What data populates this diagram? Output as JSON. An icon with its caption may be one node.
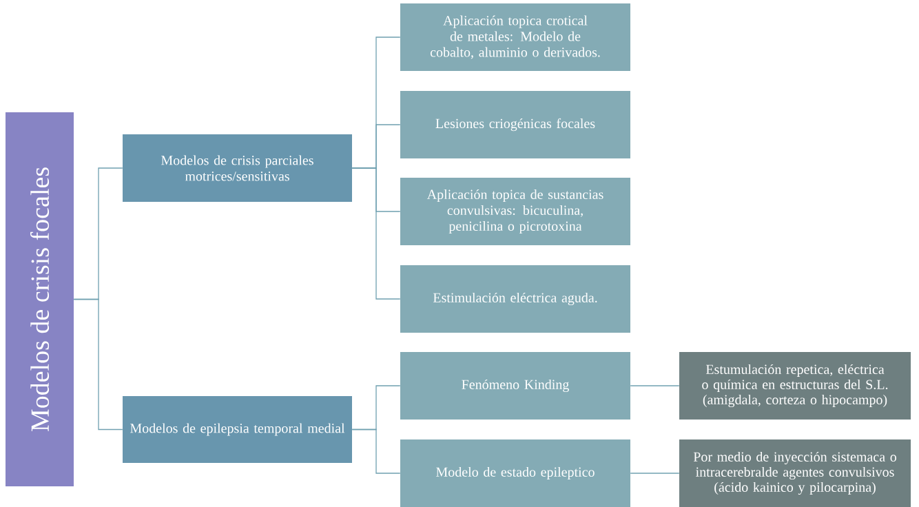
{
  "diagram": {
    "nodes": [
      {
        "text": [
          "Modelos de crisis focales"
        ]
      },
      {
        "text": [
          "Modelos de crisis parciales motrices/sensitivas"
        ]
      },
      {
        "text": [
          "Modelos de epilepsia temporal medial"
        ]
      },
      {
        "text": [
          "Aplicación topica crotical de metales: Modelo de cobalto, aluminio o derivados."
        ]
      },
      {
        "text": [
          "Lesiones criogénicas focales"
        ]
      },
      {
        "text": [
          "Aplicación topica de sustancias convulsivas: bicuculina, penicilina o picrotoxina"
        ]
      },
      {
        "text": [
          "Estimulación eléctrica aguda."
        ]
      },
      {
        "text": [
          "Fenómeno Kinding"
        ]
      },
      {
        "text": [
          "Modelo de estado epileptico"
        ]
      },
      {
        "text": [
          "Estumulación repetica, eléctrica o química en estructuras del S.L. (amigdala, corteza o hipocampo)"
        ]
      },
      {
        "text": [
          "Por medio de inyección sistemaca o intracerebralde agentes convulsivos (ácido kainico y pilocarpina)"
        ]
      }
    ],
    "edges": [
      {
        "from": 0,
        "to": 1,
        "arrow": "none"
      },
      {
        "from": 0,
        "to": 2,
        "arrow": "none"
      },
      {
        "from": 1,
        "to": 3,
        "arrow": "none"
      },
      {
        "from": 1,
        "to": 4,
        "arrow": "none"
      },
      {
        "from": 1,
        "to": 5,
        "arrow": "none"
      },
      {
        "from": 1,
        "to": 6,
        "arrow": "none"
      },
      {
        "from": 2,
        "to": 7,
        "arrow": "none"
      },
      {
        "from": 2,
        "to": 8,
        "arrow": "none"
      },
      {
        "from": 7,
        "to": 9,
        "arrow": "none"
      },
      {
        "from": 8,
        "to": 10,
        "arrow": "none"
      }
    ]
  }
}
